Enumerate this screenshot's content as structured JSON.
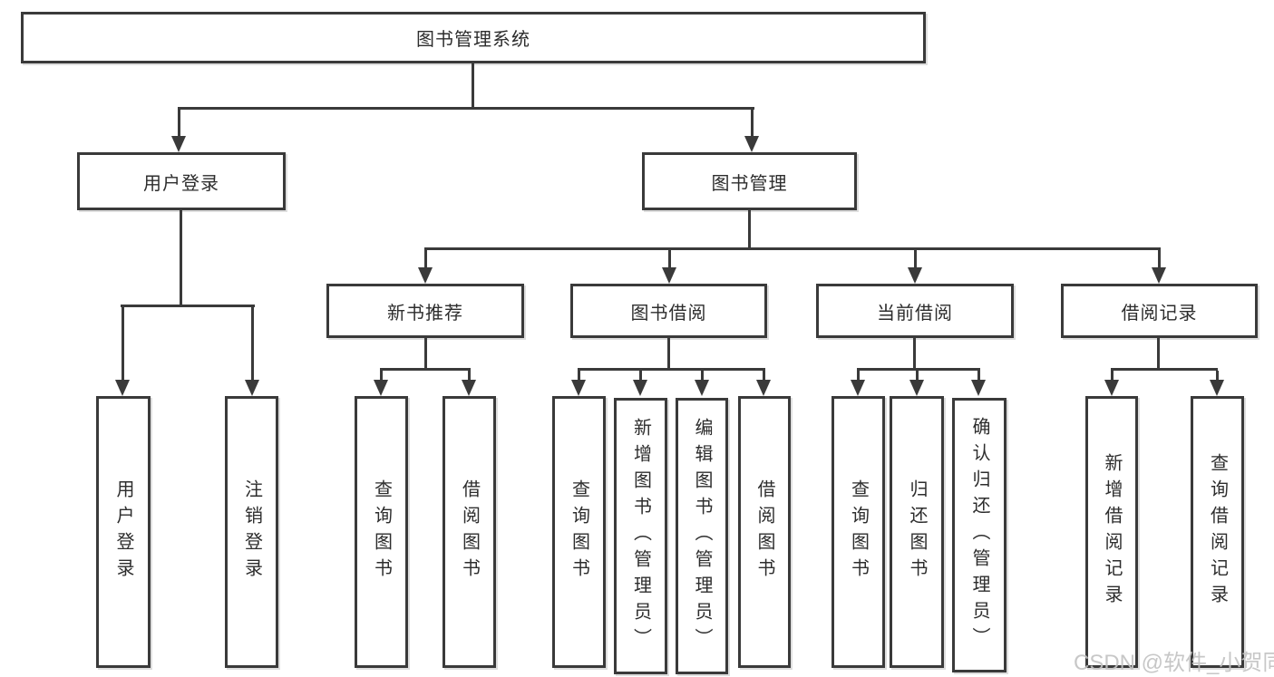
{
  "tree": {
    "label": "图书管理系统",
    "children": [
      {
        "label": "用户登录",
        "children": [
          {
            "label": "用户登录"
          },
          {
            "label": "注销登录"
          }
        ]
      },
      {
        "label": "图书管理",
        "children": [
          {
            "label": "新书推荐",
            "children": [
              {
                "label": "查询图书"
              },
              {
                "label": "借阅图书"
              }
            ]
          },
          {
            "label": "图书借阅",
            "children": [
              {
                "label": "查询图书"
              },
              {
                "label": "新增图书（管理员）"
              },
              {
                "label": "编辑图书（管理员）"
              },
              {
                "label": "借阅图书"
              }
            ]
          },
          {
            "label": "当前借阅",
            "children": [
              {
                "label": "查询图书"
              },
              {
                "label": "归还图书"
              },
              {
                "label": "确认归还（管理员）"
              }
            ]
          },
          {
            "label": "借阅记录",
            "children": [
              {
                "label": "新增借阅记录"
              },
              {
                "label": "查询借阅记录"
              }
            ]
          }
        ]
      }
    ]
  },
  "watermark": "CSDN @软件_小贺同学",
  "colors": {
    "line": "#3a3a3a",
    "text": "#2d2d2d",
    "box_bg": "#ffffff",
    "watermark": "#c2c2c2"
  }
}
